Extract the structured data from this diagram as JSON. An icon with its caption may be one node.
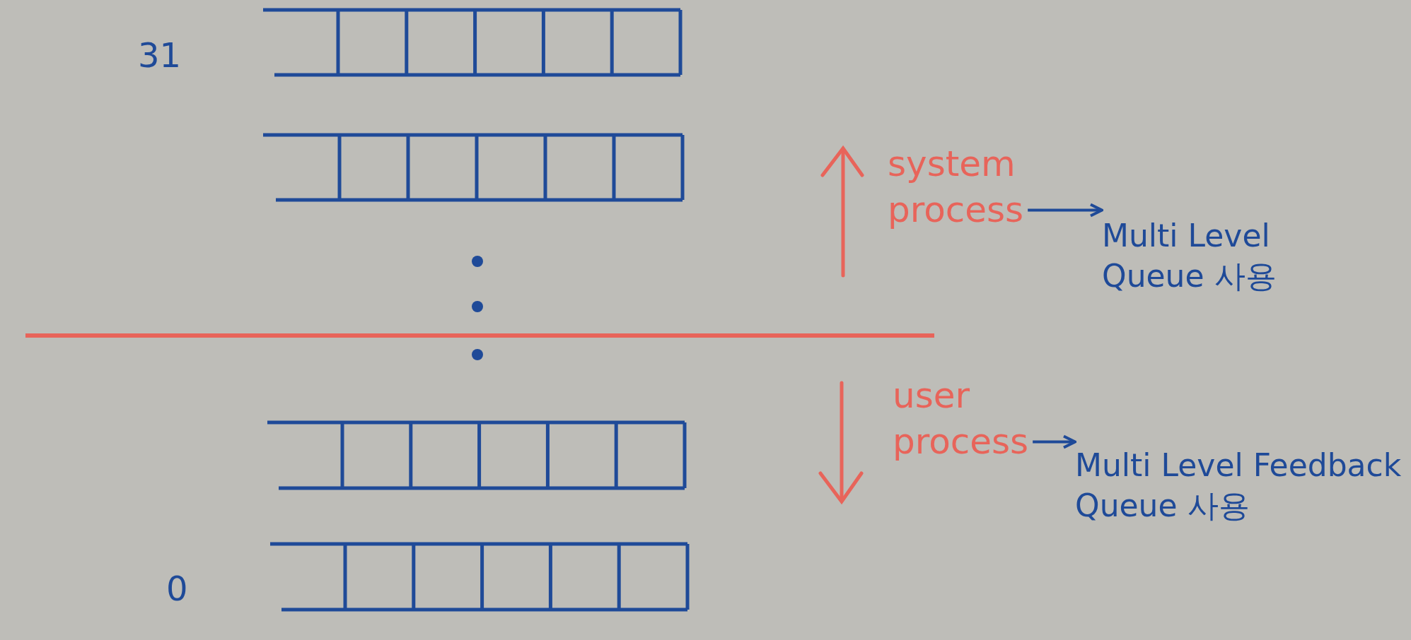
{
  "diagram": {
    "nodes": [
      {
        "text": [
          "system process"
        ]
      },
      {
        "text": [
          "Multi Level Queue 사용"
        ]
      },
      {
        "text": [
          "user process"
        ]
      },
      {
        "text": [
          "Multi Level Feedback Queue 사용"
        ]
      }
    ],
    "edges": [
      {
        "from": 0,
        "to": 1,
        "arrow": "to"
      },
      {
        "from": 2,
        "to": 3,
        "arrow": "to"
      }
    ],
    "labels": [
      "31",
      "0"
    ]
  }
}
